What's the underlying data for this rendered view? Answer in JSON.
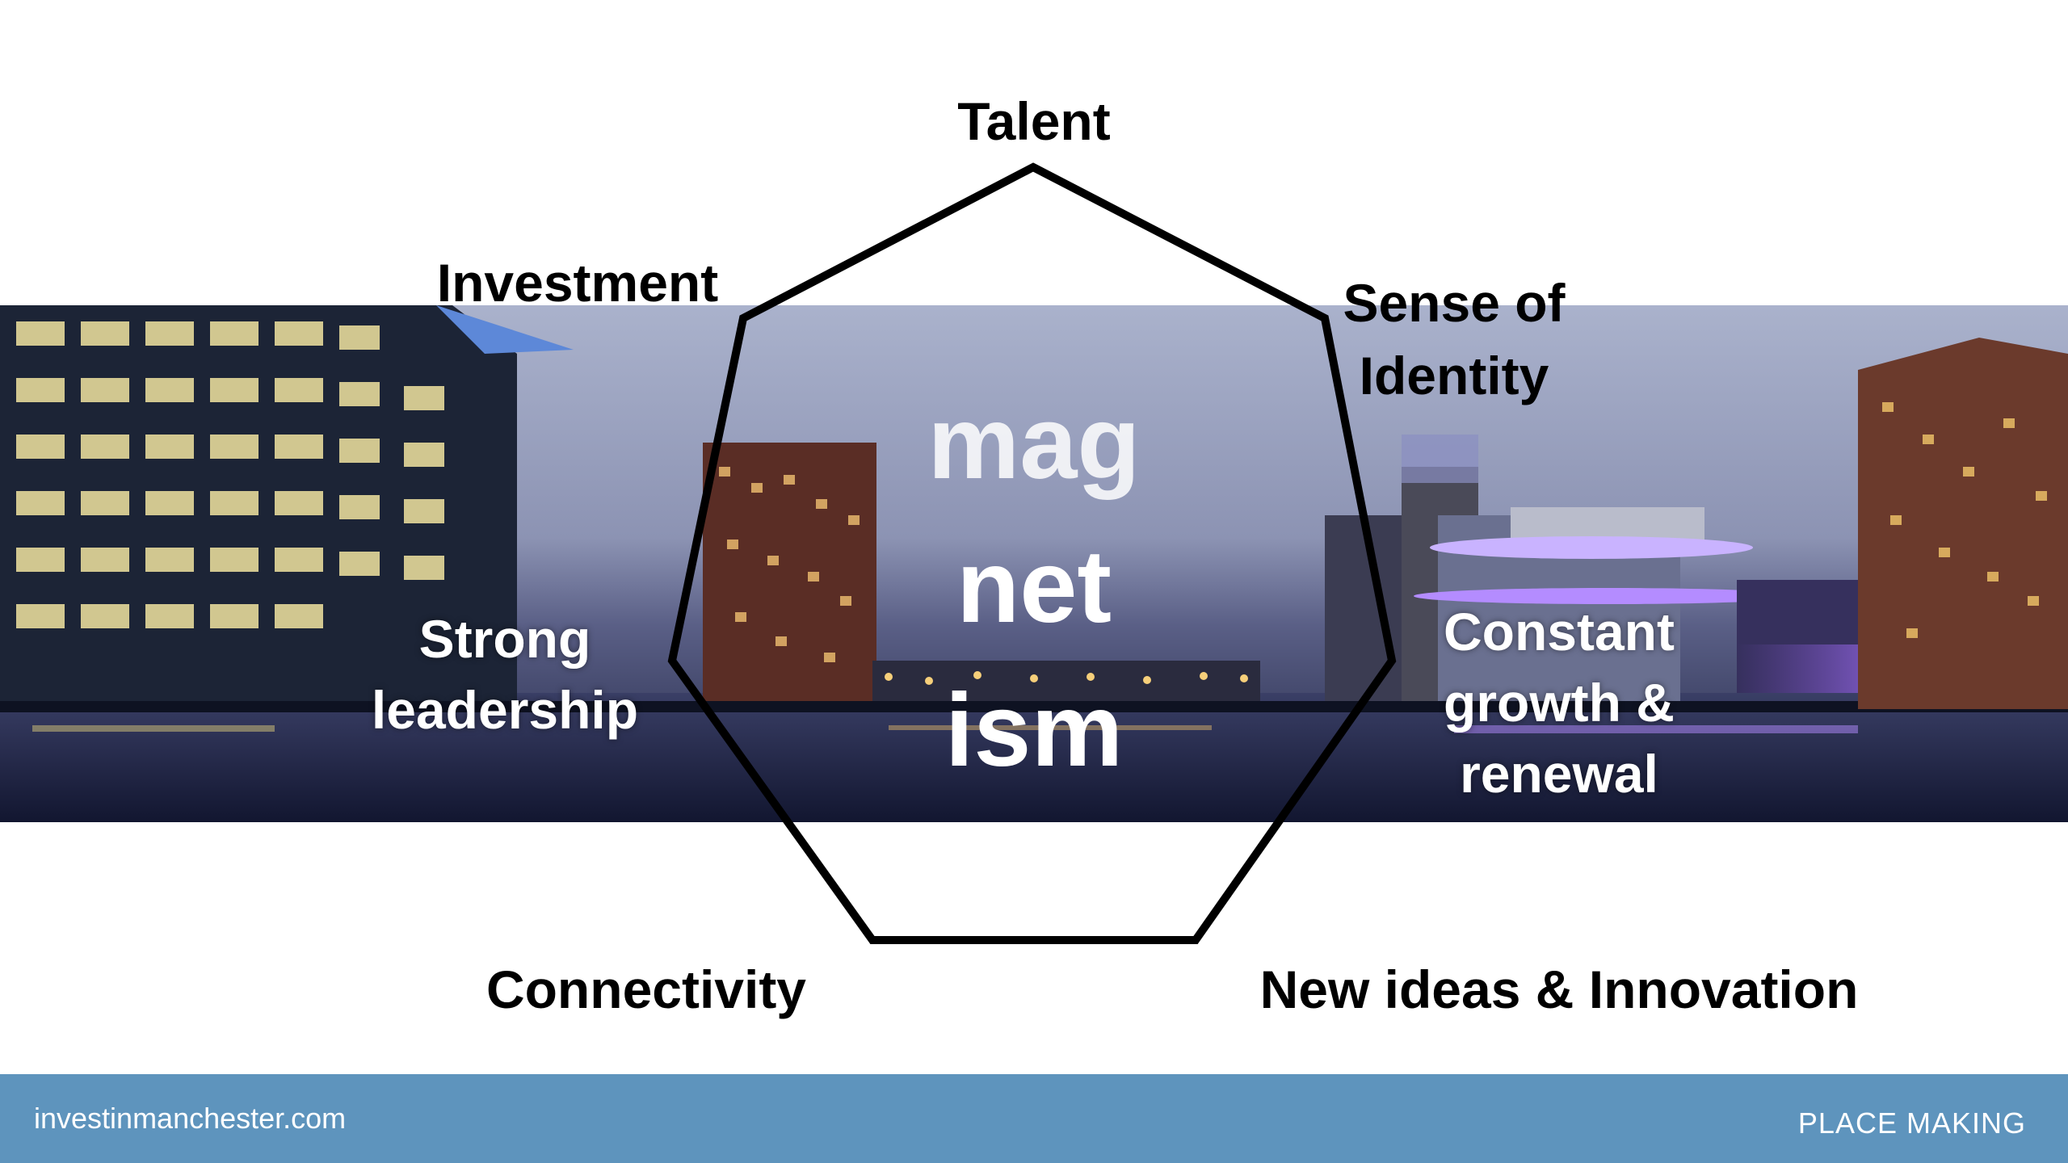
{
  "slide": {
    "center_word": [
      "mag",
      "net",
      "ism"
    ],
    "labels": {
      "talent": "Talent",
      "investment": "Investment",
      "sense_of_identity": [
        "Sense of",
        "Identity"
      ],
      "strong_leadership": [
        "Strong",
        "leadership"
      ],
      "constant_growth": [
        "Constant",
        "growth &",
        "renewal"
      ],
      "connectivity": "Connectivity",
      "new_ideas": "New ideas & Innovation"
    }
  },
  "footer": {
    "url": "investinmanchester.com",
    "section": "PLACE MAKING",
    "color": "#5e94bd"
  },
  "colors": {
    "background": "#ffffff",
    "outline": "#000000"
  }
}
